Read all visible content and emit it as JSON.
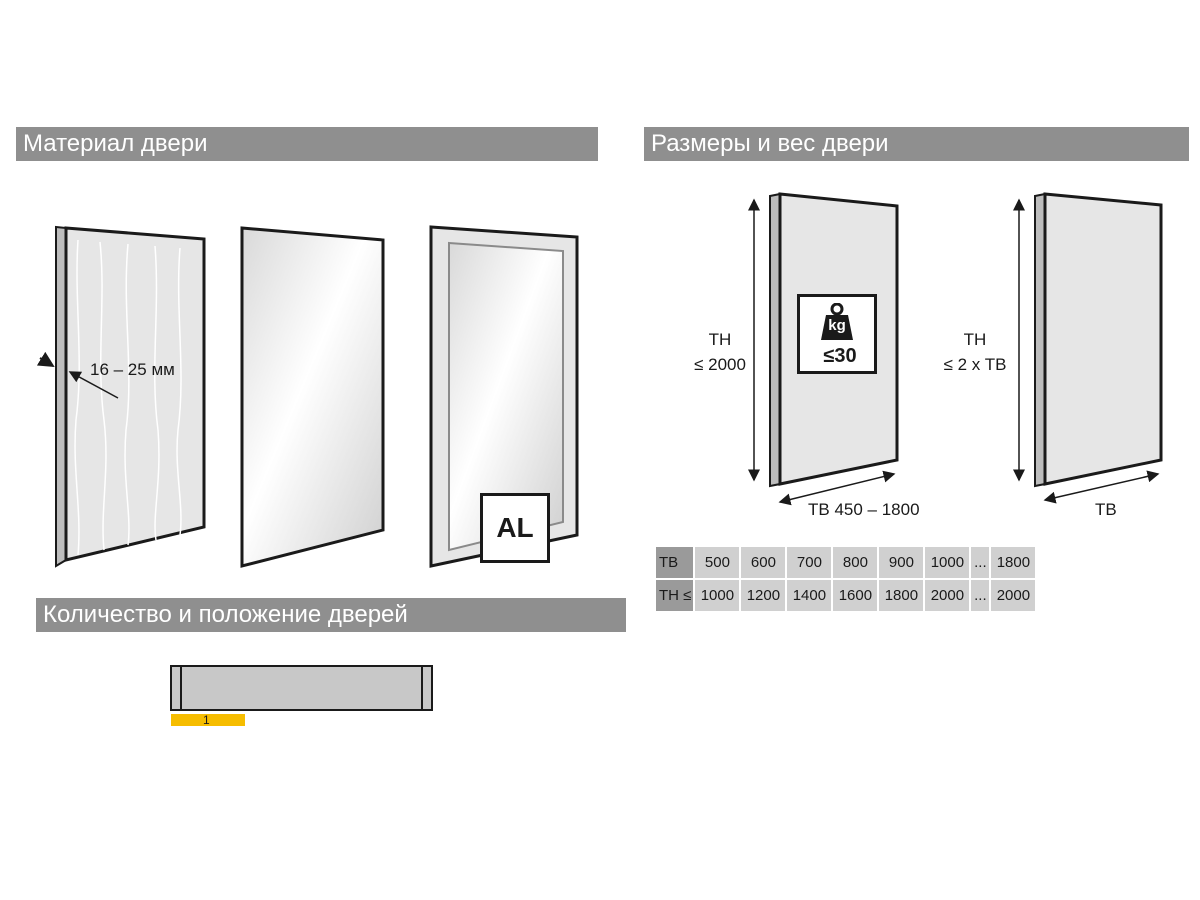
{
  "sections": {
    "material_title": "Материал двери",
    "size_title": "Размеры и вес двери",
    "quantity_title": "Количество и положение дверей"
  },
  "material": {
    "thickness_label": "16 – 25 мм",
    "aluminium_badge": "AL"
  },
  "size": {
    "height_left": [
      "TH",
      "≤ 2000"
    ],
    "width_left": "TB 450 – 1800",
    "weight_unit": "kg",
    "weight_limit": "≤30",
    "height_right": [
      "TH",
      "≤ 2 x TB"
    ],
    "width_right": "TB",
    "table": {
      "row_labels": [
        "TB",
        "TH ≤"
      ],
      "tb_values": [
        "500",
        "600",
        "700",
        "800",
        "900",
        "1000",
        "...",
        "1800"
      ],
      "th_values": [
        "1000",
        "1200",
        "1400",
        "1600",
        "1800",
        "2000",
        "...",
        "2000"
      ]
    }
  },
  "quantity": {
    "position_label": "1"
  },
  "colors": {
    "header_bg": "#8f8f8f",
    "panel_fill": "#e6e6e6",
    "position_marker": "#f6bd00"
  }
}
